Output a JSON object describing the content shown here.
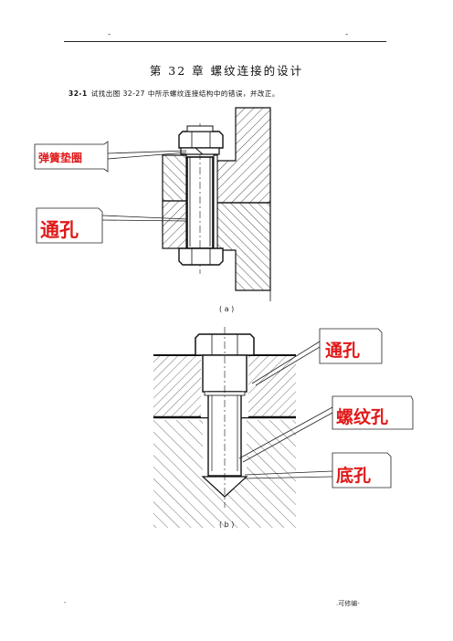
{
  "header": {
    "left_mark": "-",
    "right_mark": "-"
  },
  "title": "第 32 章  螺纹连接的设计",
  "question": {
    "number": "32-1",
    "text": "试找出图 32-27 中所示螺纹连接结构中的错误，并改正。"
  },
  "figure_a": {
    "caption": "( a )",
    "callouts": {
      "washer": "弹簧垫圈",
      "through_hole": "通孔"
    }
  },
  "figure_b": {
    "caption": "( b )",
    "callouts": {
      "through_hole": "通孔",
      "threaded_hole": "螺纹孔",
      "bottom_hole": "底孔"
    }
  },
  "footer": {
    "left": "-",
    "right": ".可修编-"
  },
  "colors": {
    "callout_text": "#e01818",
    "line": "#111111"
  }
}
